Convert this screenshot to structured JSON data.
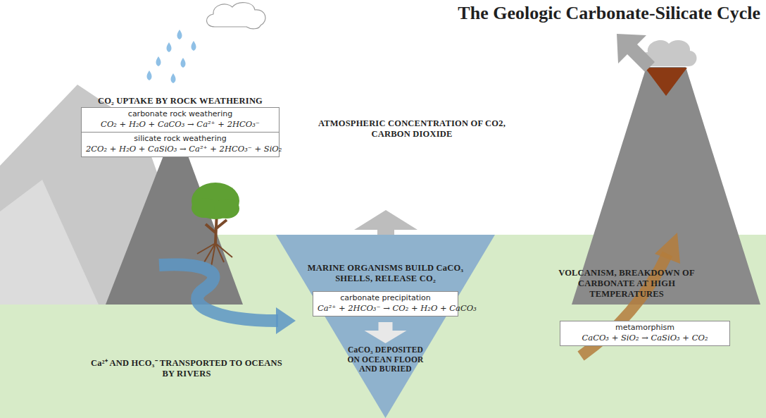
{
  "diagram": {
    "title": "The Geologic Carbonate-Silicate Cycle",
    "nodes": [
      {
        "text": [
          "CO₂ UPTAKE BY ROCK WEATHERING"
        ]
      },
      {
        "text": [
          "carbonate rock weathering",
          "CO₂ + H₂O + CaCO₃ → Ca²⁺ + 2HCO₃⁻"
        ],
        "in": 0
      },
      {
        "text": [
          "silicate rock weathering",
          "2CO₂ + H₂O + CaSiO₃ → Ca²⁺ + 2HCO₃⁻ + SiO₂"
        ],
        "in": 0
      },
      {
        "text": [
          "MARINE ORGANISMS BUILD CaCO₃ SHELLS, RELEASE CO₂",
          "CaCO₃ DEPOSITED ON OCEAN FLOOR AND BURIED"
        ]
      },
      {
        "text": [
          "carbonate precipitation",
          "Ca²⁺ + 2HCO₃⁻ → CO₂ + H₂O + CaCO₃"
        ],
        "in": 3
      },
      {
        "text": [
          "metamorphism",
          "CaCO₃ + SiO₂ → CaSiO₃ + CO₂"
        ]
      }
    ],
    "labels": [
      "ATMOSPHERIC CONCENTRATION OF CO2, CARBON DIOXIDE",
      "Ca²⁺ AND HCO₃⁻ TRANSPORTED TO OCEANS BY RIVERS",
      "VOLCANISM, BREAKDOWN OF CARBONATE AT HIGH TEMPERATURES"
    ]
  }
}
